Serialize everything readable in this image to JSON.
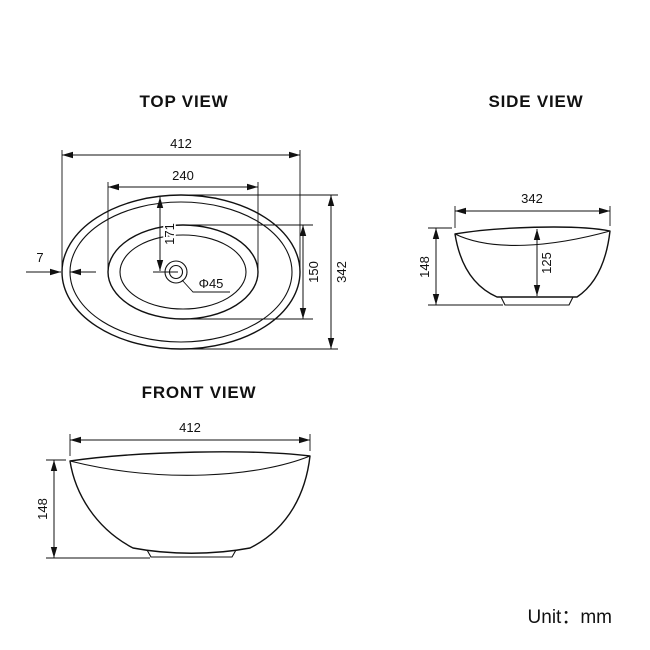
{
  "page": {
    "unit_label": "Unit：mm",
    "line_color": "#111111",
    "background_color": "#ffffff"
  },
  "top_view": {
    "title": "TOP VIEW",
    "dims": {
      "overall_width": "412",
      "opening_width": "240",
      "center_offset": "171",
      "drain_diameter": "Φ45",
      "rim_thickness": "7",
      "opening_depth": "150",
      "overall_depth": "342"
    }
  },
  "side_view": {
    "title": "SIDE VIEW",
    "dims": {
      "width": "342",
      "height": "148",
      "inner_depth": "125"
    }
  },
  "front_view": {
    "title": "FRONT VIEW",
    "dims": {
      "width": "412",
      "height": "148"
    }
  }
}
